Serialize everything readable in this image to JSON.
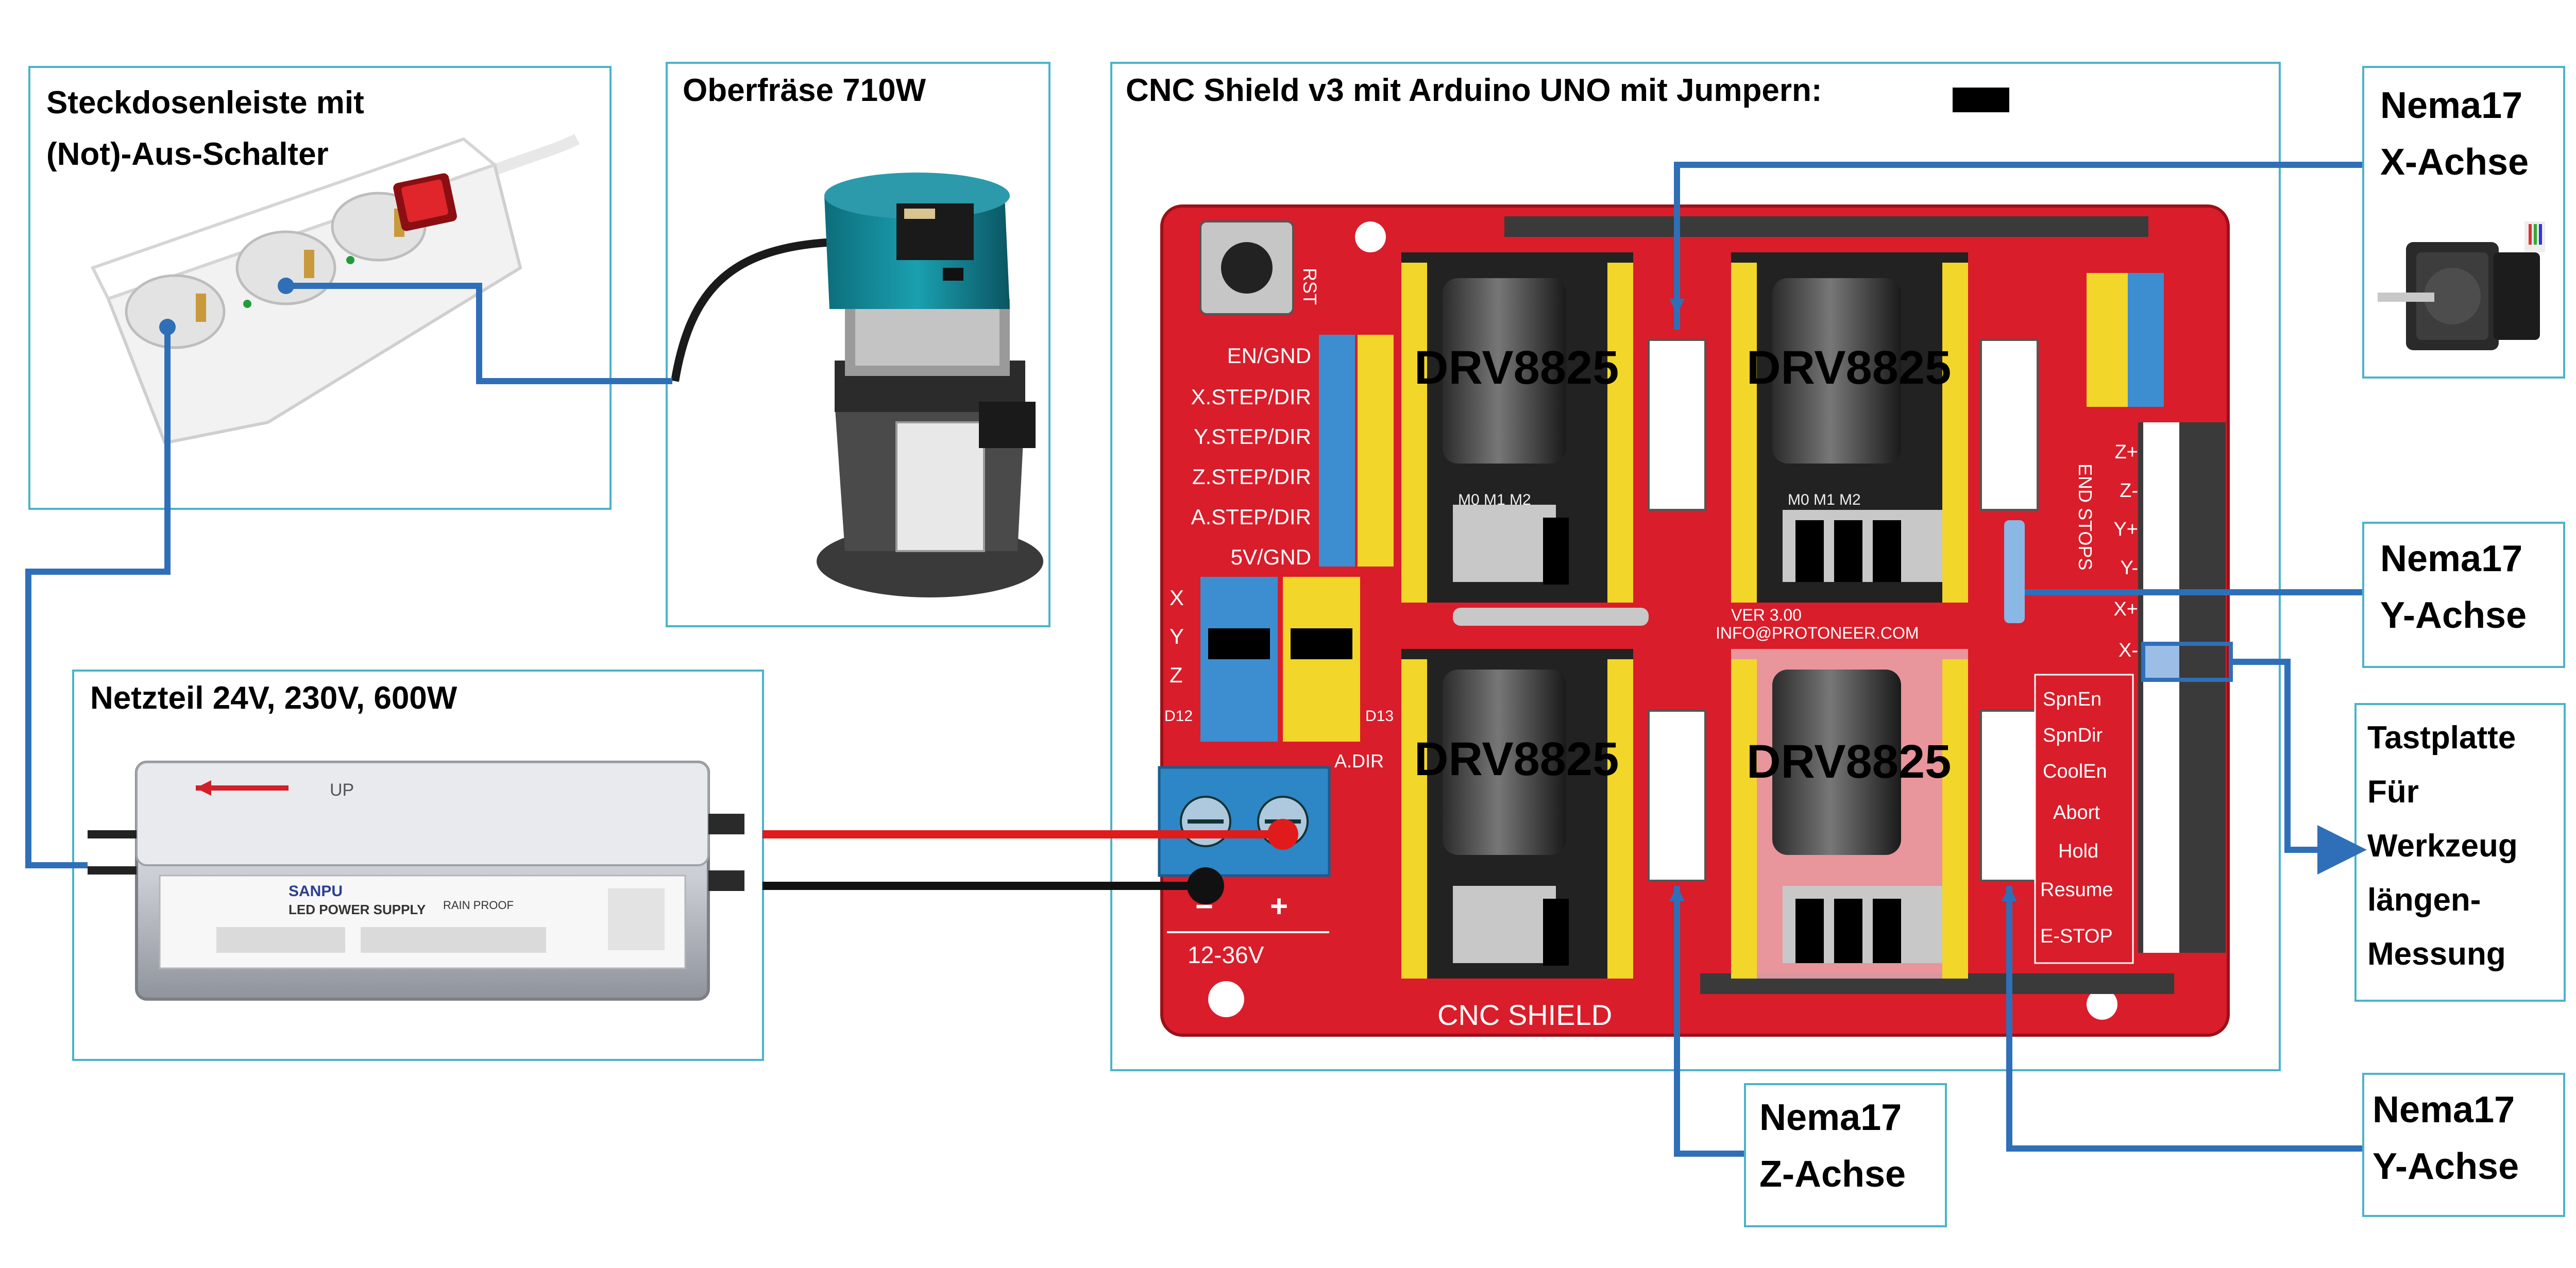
{
  "colors": {
    "panel_border": "#4bb3c9",
    "wire_blue": "#2f6fb7",
    "wire_red": "#e11b1b",
    "wire_black": "#111111",
    "pcb_red": "#d91d2a"
  },
  "panels": {
    "power_strip": {
      "title": "Steckdosenleiste mit (Not)-Aus-Schalter"
    },
    "router": {
      "title": "Oberfräse 710W"
    },
    "psu": {
      "title": "Netzteil 24V, 230V, 600W",
      "brand": "SANPU",
      "product": "LED POWER SUPPLY",
      "rain": "RAIN PROOF",
      "up": "UP"
    },
    "cnc": {
      "title": "CNC Shield v3 mit Arduino UNO mit Jumpern:"
    },
    "nema_x": {
      "line1": "Nema17",
      "line2": "X-Achse"
    },
    "nema_y_top": {
      "line1": "Nema17",
      "line2": "Y-Achse"
    },
    "probe": {
      "line1": "Tastplatte",
      "line2": "Für",
      "line3": "Werkzeug",
      "line4": "längen-",
      "line5": "Messung"
    },
    "nema_z": {
      "line1": "Nema17",
      "line2": "Z-Achse"
    },
    "nema_y_bottom": {
      "line1": "Nema17",
      "line2": "Y-Achse"
    }
  },
  "board": {
    "driver_label": "DRV8825",
    "left_pins": [
      "EN/GND",
      "X.STEP/DIR",
      "Y.STEP/DIR",
      "Z.STEP/DIR",
      "A.STEP/DIR",
      "5V/GND"
    ],
    "axis_letters": [
      "X",
      "Y",
      "Z",
      "D12"
    ],
    "right_labels": [
      "SpnEn",
      "SpnDir",
      "CoolEn",
      "Abort",
      "Hold",
      "Resume",
      "E-STOP"
    ],
    "endstops": [
      "Z+",
      "Z-",
      "Y+",
      "Y-",
      "X+",
      "X-"
    ],
    "endstop_title": "END STOPS",
    "voltage": "12-36V",
    "minus": "−",
    "plus": "+",
    "shield": "CNC SHIELD",
    "version": "VER 3.00",
    "site": "INFO@PROTONEER.COM",
    "rst": "RST",
    "adir": "A.DIR",
    "d13": "D13",
    "mode_pins": "M0 M1 M2"
  }
}
